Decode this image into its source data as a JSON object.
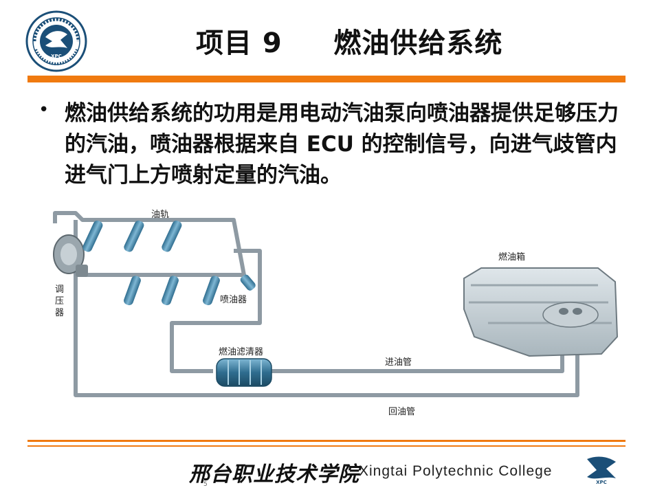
{
  "title": "项目 9     燃油供给系统",
  "bullet": "燃油供给系统的功用是用电动汽油泵向喷油器提供足够压力的汽油，喷油器根据来自 ECU 的控制信号，向进气歧管内进气门上方喷射定量的汽油。",
  "diagram": {
    "labels": {
      "rail": "油轨",
      "regulator": [
        "调",
        "压",
        "器"
      ],
      "injector": "喷油器",
      "filter": "燃油滤清器",
      "tank": "燃油箱",
      "supply_line": "进油管",
      "return_line": "回油管"
    }
  },
  "footer": {
    "college_cn": "邢台职业技术学院",
    "college_en": "Xingtai  Polytechnic  College",
    "page_number": "5"
  },
  "colors": {
    "accent": "#f07a10",
    "pipe": "#8e9aa3",
    "injector": "#4f8fb0",
    "logo": "#1b4f78"
  },
  "icons": {
    "top_logo": "college-emblem-icon",
    "footer_logo": "xpc-logo-icon"
  }
}
